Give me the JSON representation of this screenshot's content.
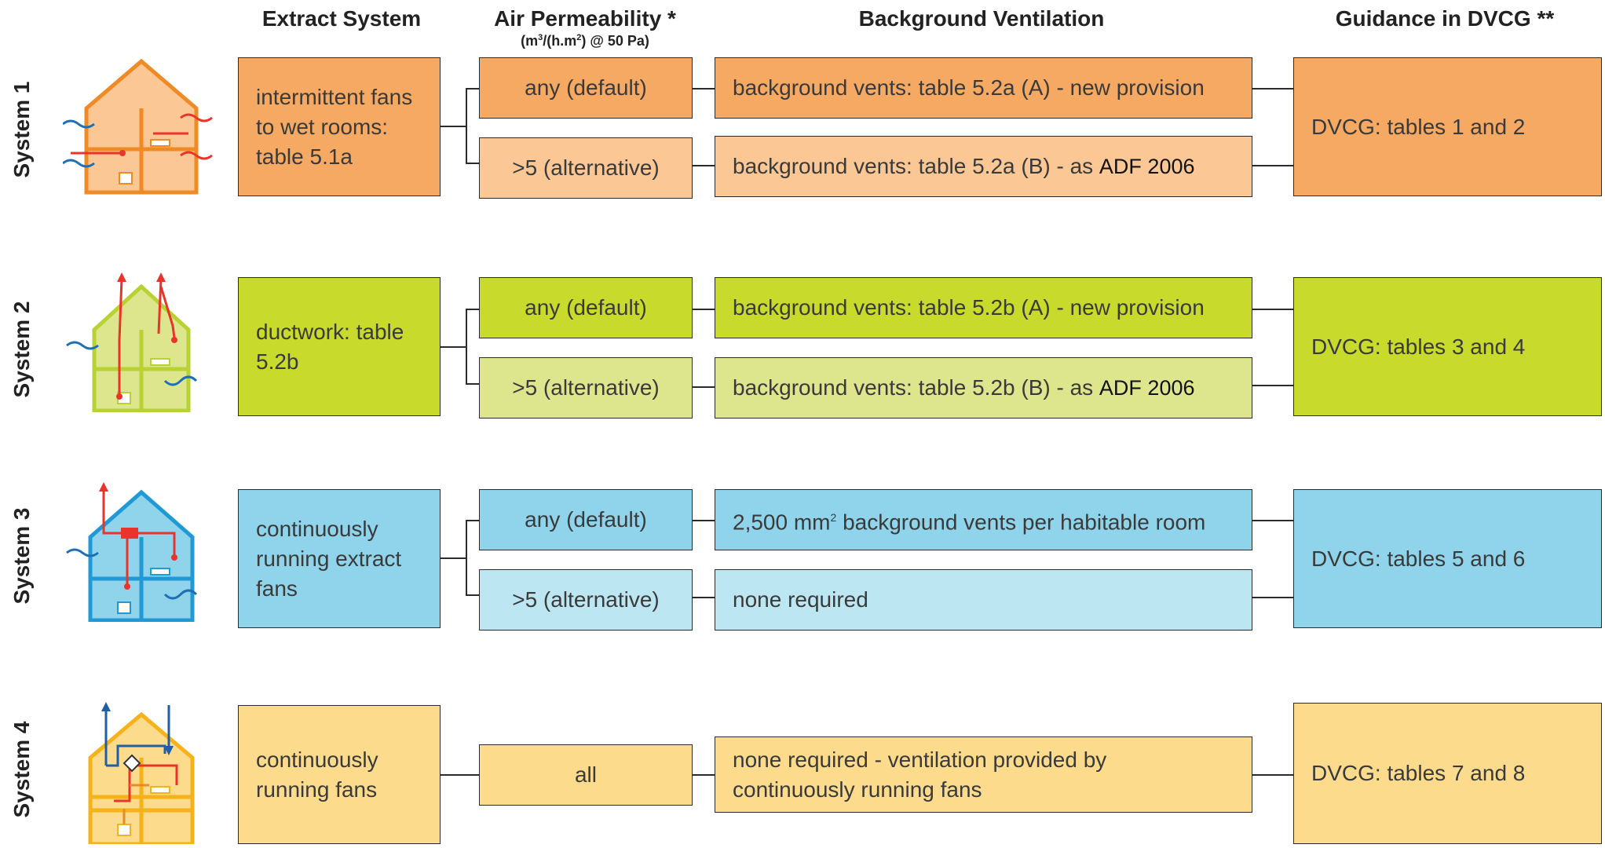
{
  "headers": {
    "extract": "Extract System",
    "air": "Air Permeability *",
    "air_unit_prefix": "(m",
    "air_unit_sup1": "3",
    "air_unit_mid": "/(h.m",
    "air_unit_sup2": "2",
    "air_unit_suffix": ") @ 50 Pa)",
    "background": "Background Ventilation",
    "guidance": "Guidance in DVCG **"
  },
  "systems": [
    {
      "label": "System 1",
      "color": "#f6a963",
      "extract": "intermittent fans to wet rooms: table 5.1a",
      "air_default": "any (default)",
      "air_alt": ">5 (alternative)",
      "bg_default": "background vents: table 5.2a (A) - new provision",
      "bg_alt_text": "background vents: table 5.2a (B) - as ",
      "bg_alt_ref": "ADF 2006",
      "guidance": "DVCG: tables 1 and 2"
    },
    {
      "label": "System 2",
      "color": "#c8da2b",
      "extract": "ductwork: table 5.2b",
      "air_default": "any (default)",
      "air_alt": ">5 (alternative)",
      "bg_default": "background vents: table 5.2b (A) - new provision",
      "bg_alt_text": "background vents: table 5.2b (B) - as ",
      "bg_alt_ref": "ADF 2006",
      "guidance": "DVCG: tables 3 and 4"
    },
    {
      "label": "System 3",
      "color": "#8fd4eb",
      "extract": "continuously running extract fans",
      "air_default": "any (default)",
      "air_alt": ">5 (alternative)",
      "bg_default_pre": "2,500 mm",
      "bg_default_sup": "2",
      "bg_default_post": " background vents per habitable room",
      "bg_alt": "none required",
      "guidance": "DVCG: tables 5 and 6"
    },
    {
      "label": "System 4",
      "color": "#fcdb8d",
      "extract": "continuously running fans",
      "air": "all",
      "bg": "none required - ventilation provided by continuously running fans",
      "guidance": "DVCG: tables 7 and 8"
    }
  ]
}
